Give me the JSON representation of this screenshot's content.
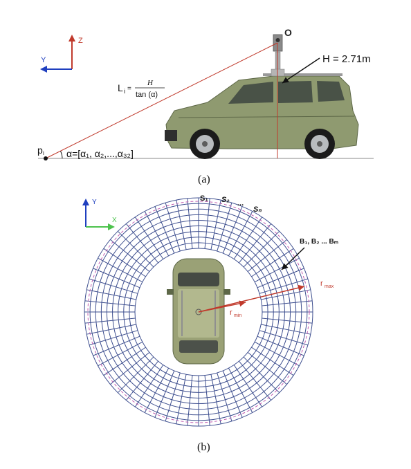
{
  "panel_a": {
    "caption": "(a)",
    "axis_z": "Z",
    "axis_y": "Y",
    "sensor_label": "O",
    "height_label": "H = 2.71m",
    "eq_left": "L",
    "eq_sub": "i",
    "eq_eq": "=",
    "eq_numerator": "H",
    "eq_denominator": "tan (α)",
    "point_label": "p",
    "point_sub": "i",
    "alpha_label": "α=[α₁, α₂,...,α₃₂]",
    "colors": {
      "red": "#c0392b",
      "blue": "#1f3fbf",
      "ring": "#3b4b8a",
      "car": "#8f9a70"
    }
  },
  "panel_b": {
    "caption": "(b)",
    "axis_y": "Y",
    "axis_x": "X",
    "sector_1": "S₁",
    "sector_2": "S₂",
    "sector_dots": "...",
    "sector_n": "Sₙ",
    "bins_label": "B₁, B₂ ... Bₘ",
    "r_min": "r",
    "r_min_sub": "min",
    "r_max": "r",
    "r_max_sub": "max",
    "grid": {
      "sectors": 64,
      "bins": 9,
      "colors": {
        "grid": "#3e4f8f",
        "dashed": "#c05bb0",
        "axis_x": "#4cc24c",
        "axis_y": "#1f3fbf"
      }
    }
  }
}
